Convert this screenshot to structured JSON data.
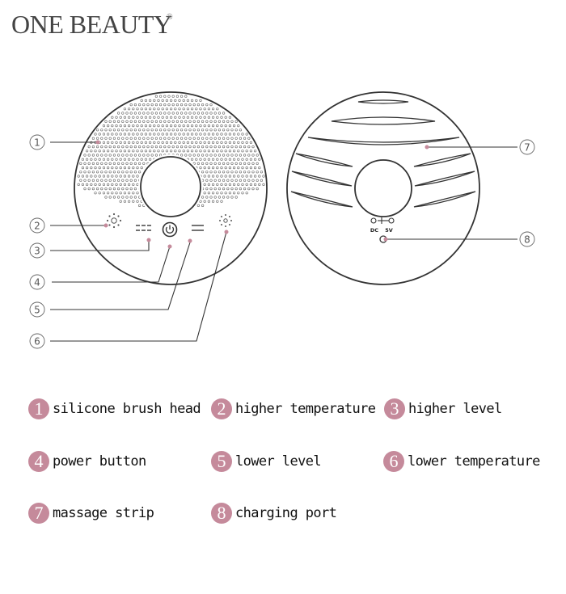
{
  "brand": {
    "name": "ONE BEAUTY",
    "mark": "®"
  },
  "callouts": [
    "1",
    "2",
    "3",
    "4",
    "5",
    "6",
    "7",
    "8"
  ],
  "back_label": {
    "dc": "DC",
    "volt": "5V"
  },
  "legend": [
    {
      "num": "1",
      "label": "silicone brush head"
    },
    {
      "num": "2",
      "label": "higher temperature"
    },
    {
      "num": "3",
      "label": "higher level"
    },
    {
      "num": "4",
      "label": "power button"
    },
    {
      "num": "5",
      "label": "lower level"
    },
    {
      "num": "6",
      "label": "lower temperature"
    },
    {
      "num": "7",
      "label": "massage strip"
    },
    {
      "num": "8",
      "label": "charging port"
    }
  ],
  "colors": {
    "accent": "#c58a9b",
    "line": "#333333"
  }
}
